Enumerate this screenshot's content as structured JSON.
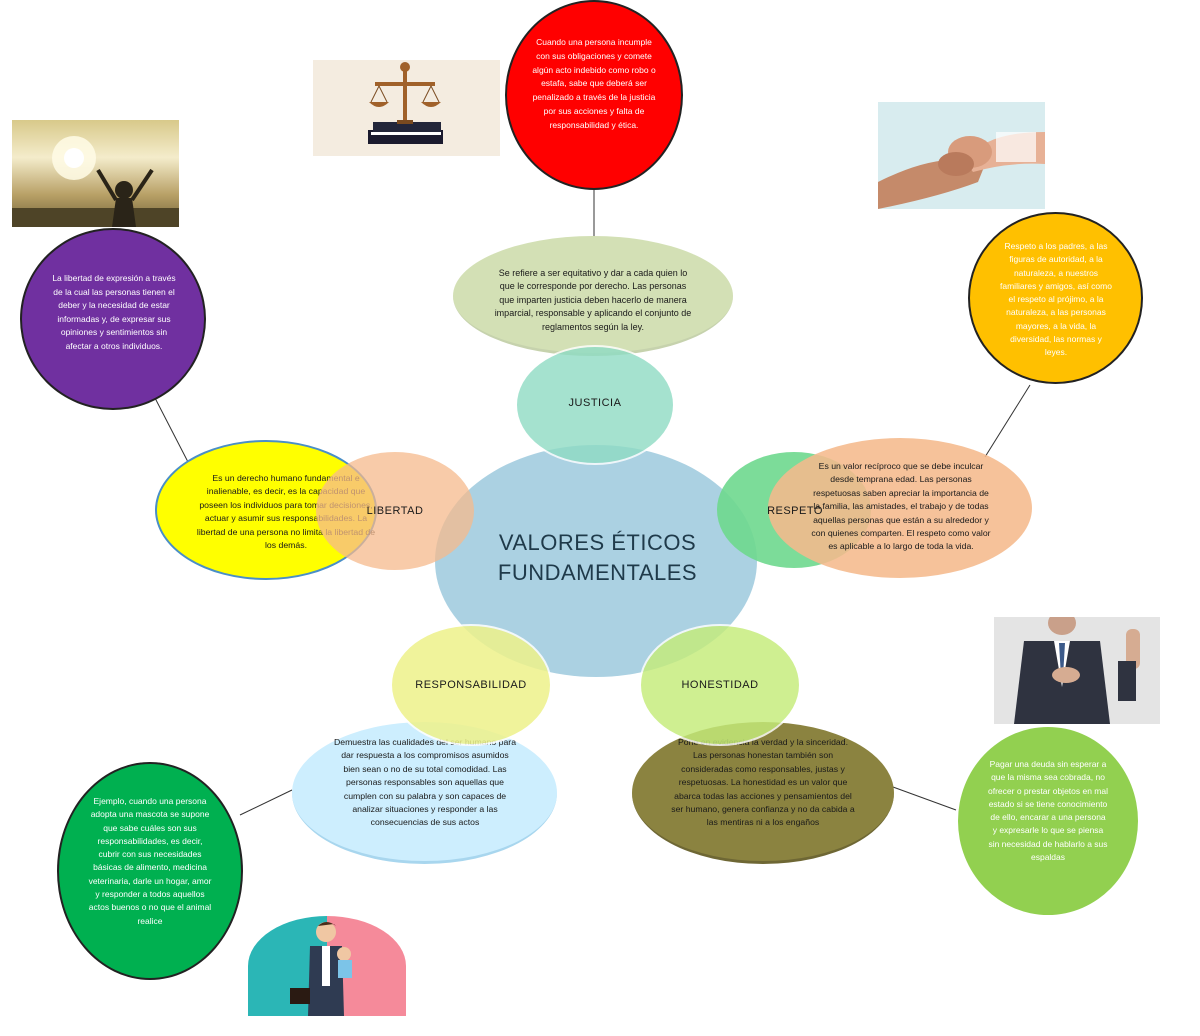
{
  "title": "VALORES ÉTICOS FUNDAMENTALES",
  "values": {
    "justicia": {
      "label": "JUSTICIA",
      "definition": "Se refiere a ser equitativo y dar a cada quien lo que le corresponde por derecho. Las personas que imparten justicia deben hacerlo de manera imparcial, responsable y aplicando el conjunto de reglamentos según la ley.",
      "example": "Cuando una persona incumple con sus obligaciones y comete algún acto indebido como robo o estafa, sabe que deberá ser penalizado a través de la justicia por sus acciones y falta de responsabilidad y ética.",
      "image_icon": "scales-of-justice-icon"
    },
    "libertad": {
      "label": "LIBERTAD",
      "definition": "Es un derecho humano fundamental e inalienable, es decir, es la capacidad que poseen los individuos para tomar decisiones, actuar y asumir sus responsabilidades. La libertad de una persona no limita la libertad de los demás.",
      "example": "La libertad de expresión a través de la cual las personas tienen el deber y la necesidad de estar informadas y, de expresar sus opiniones y sentimientos sin afectar a otros individuos.",
      "image_icon": "person-arms-raised-sunset-icon"
    },
    "respeto": {
      "label": "RESPETO",
      "definition": "Es un valor recíproco que se debe inculcar desde temprana edad. Las personas respetuosas saben apreciar la importancia de la familia, las amistades, el trabajo y de todas aquellas personas que están a su alrededor y con quienes comparten. El respeto como valor es aplicable a lo largo de toda la vida.",
      "example": "Respeto a los padres, a las figuras de autoridad, a la naturaleza, a nuestros familiares y amigos, así como el respeto al prójimo, a la naturaleza, a las personas mayores, a la vida, la diversidad, las normas y leyes.",
      "image_icon": "holding-hands-icon"
    },
    "responsabilidad": {
      "label": "RESPONSABILIDAD",
      "definition": "Demuestra las cualidades del ser humano para dar respuesta a los compromisos asumidos bien sean o no de su total comodidad. Las personas responsables son aquellas que cumplen con su palabra y son capaces de analizar situaciones y responder a las consecuencias de sus actos",
      "example": "Ejemplo, cuando una persona adopta una mascota se supone que sabe cuáles son sus responsabilidades, es decir, cubrir con sus necesidades básicas de alimento, medicina veterinaria, darle un hogar, amor y responder a todos aquellos actos buenos o no que el animal realice",
      "image_icon": "father-with-baby-icon"
    },
    "honestidad": {
      "label": "HONESTIDAD",
      "definition": "Pone en evidencia la verdad y la sinceridad. Las personas honestan también son consideradas como responsables, justas y respetuosas. La honestidad es un valor que abarca todas las acciones y pensamientos del ser humano, genera confianza y no da cabida a las mentiras ni a los engaños",
      "example": "Pagar una deuda sin esperar a que la misma sea cobrada, no ofrecer o prestar objetos en mal estado si se tiene conocimiento de ello, encarar a una persona y expresarle lo que se piensa sin necesidad de hablarlo a sus espaldas",
      "image_icon": "man-swearing-oath-icon"
    }
  },
  "colors": {
    "center": "#a7cfe0",
    "justicia_circle": "#8fdcc4",
    "justicia_def": "#d3e0b5",
    "justicia_example": "#ff0000",
    "libertad_circle": "#f5b98c",
    "libertad_def": "#ffff00",
    "libertad_example": "#7030a0",
    "respeto_circle": "#6ed88e",
    "respeto_def": "#f5b98c",
    "respeto_example": "#ffc000",
    "responsabilidad_circle": "#eef28a",
    "responsabilidad_def": "#cdeefe",
    "responsabilidad_example": "#00b050",
    "honestidad_circle": "#c5ec7a",
    "honestidad_def": "#8b8340",
    "honestidad_example": "#92d050"
  }
}
